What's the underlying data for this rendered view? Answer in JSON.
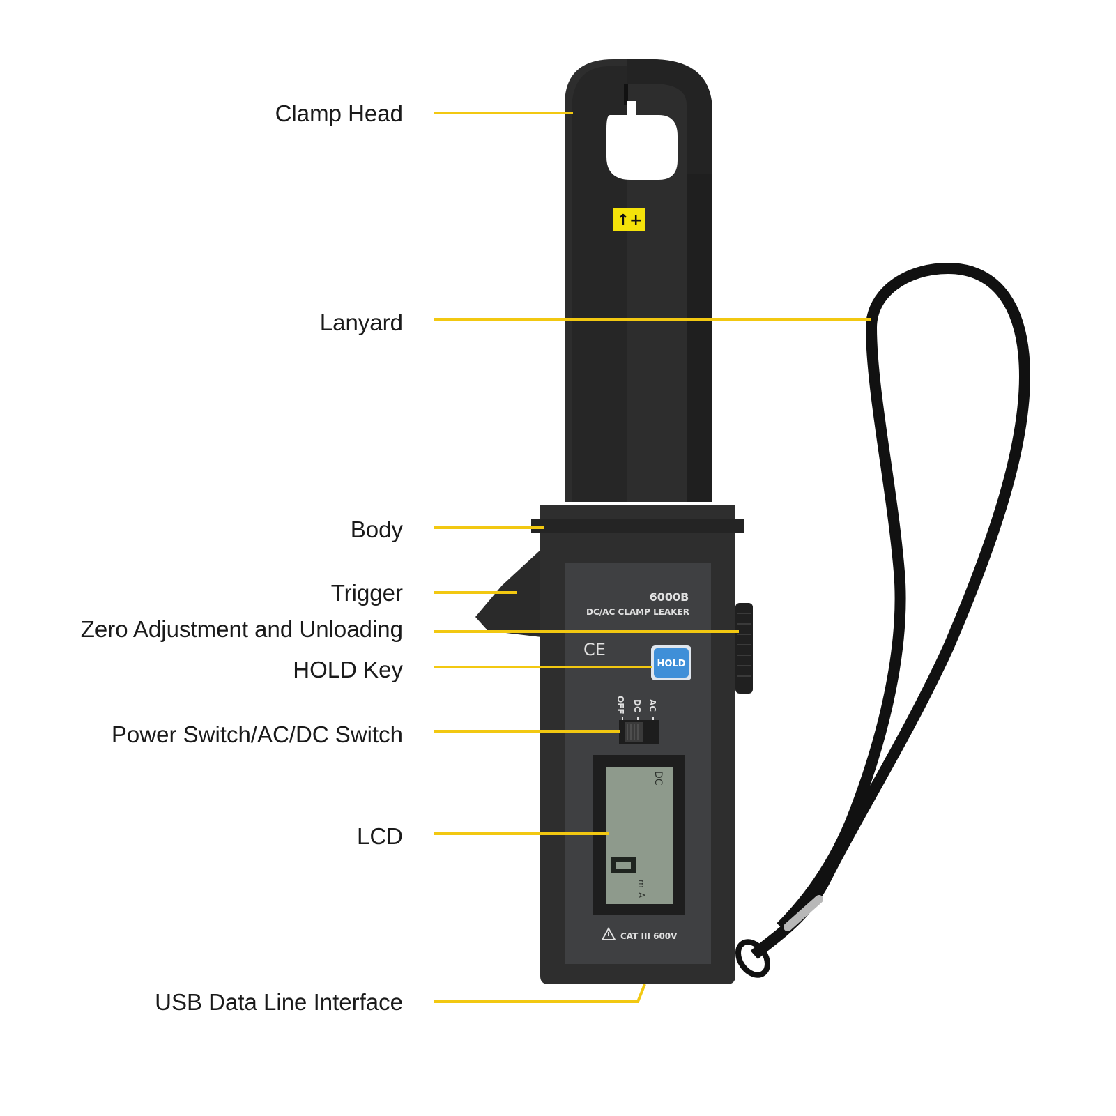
{
  "callouts": [
    {
      "id": "clamp-head",
      "label": "Clamp Head"
    },
    {
      "id": "lanyard",
      "label": "Lanyard"
    },
    {
      "id": "body",
      "label": "Body"
    },
    {
      "id": "trigger",
      "label": "Trigger"
    },
    {
      "id": "zero-adjustment",
      "label": "Zero Adjustment and Unloading"
    },
    {
      "id": "hold-key",
      "label": "HOLD Key"
    },
    {
      "id": "power-switch",
      "label": "Power Switch/AC/DC Switch"
    },
    {
      "id": "lcd",
      "label": "LCD"
    },
    {
      "id": "usb",
      "label": "USB Data Line Interface"
    }
  ],
  "device": {
    "model": "6000B",
    "subtitle": "DC/AC CLAMP LEAKER",
    "ce_mark": "CE",
    "hold_label": "HOLD",
    "switch_labels": {
      "off": "OFF",
      "dc": "DC",
      "ac": "AC"
    },
    "lcd_mode": "DC",
    "lcd_unit_m": "m",
    "lcd_unit_a": "A",
    "safety_rating": "CAT III 600V",
    "head_symbol": "↑+"
  },
  "colors": {
    "leader_line": "#f2c811",
    "device_body": "#2e2e2e",
    "panel": "#3f4042",
    "hold_button": "#3f8fd8",
    "lcd_screen": "#8e9a8c",
    "head_sticker": "#f4e20a"
  }
}
